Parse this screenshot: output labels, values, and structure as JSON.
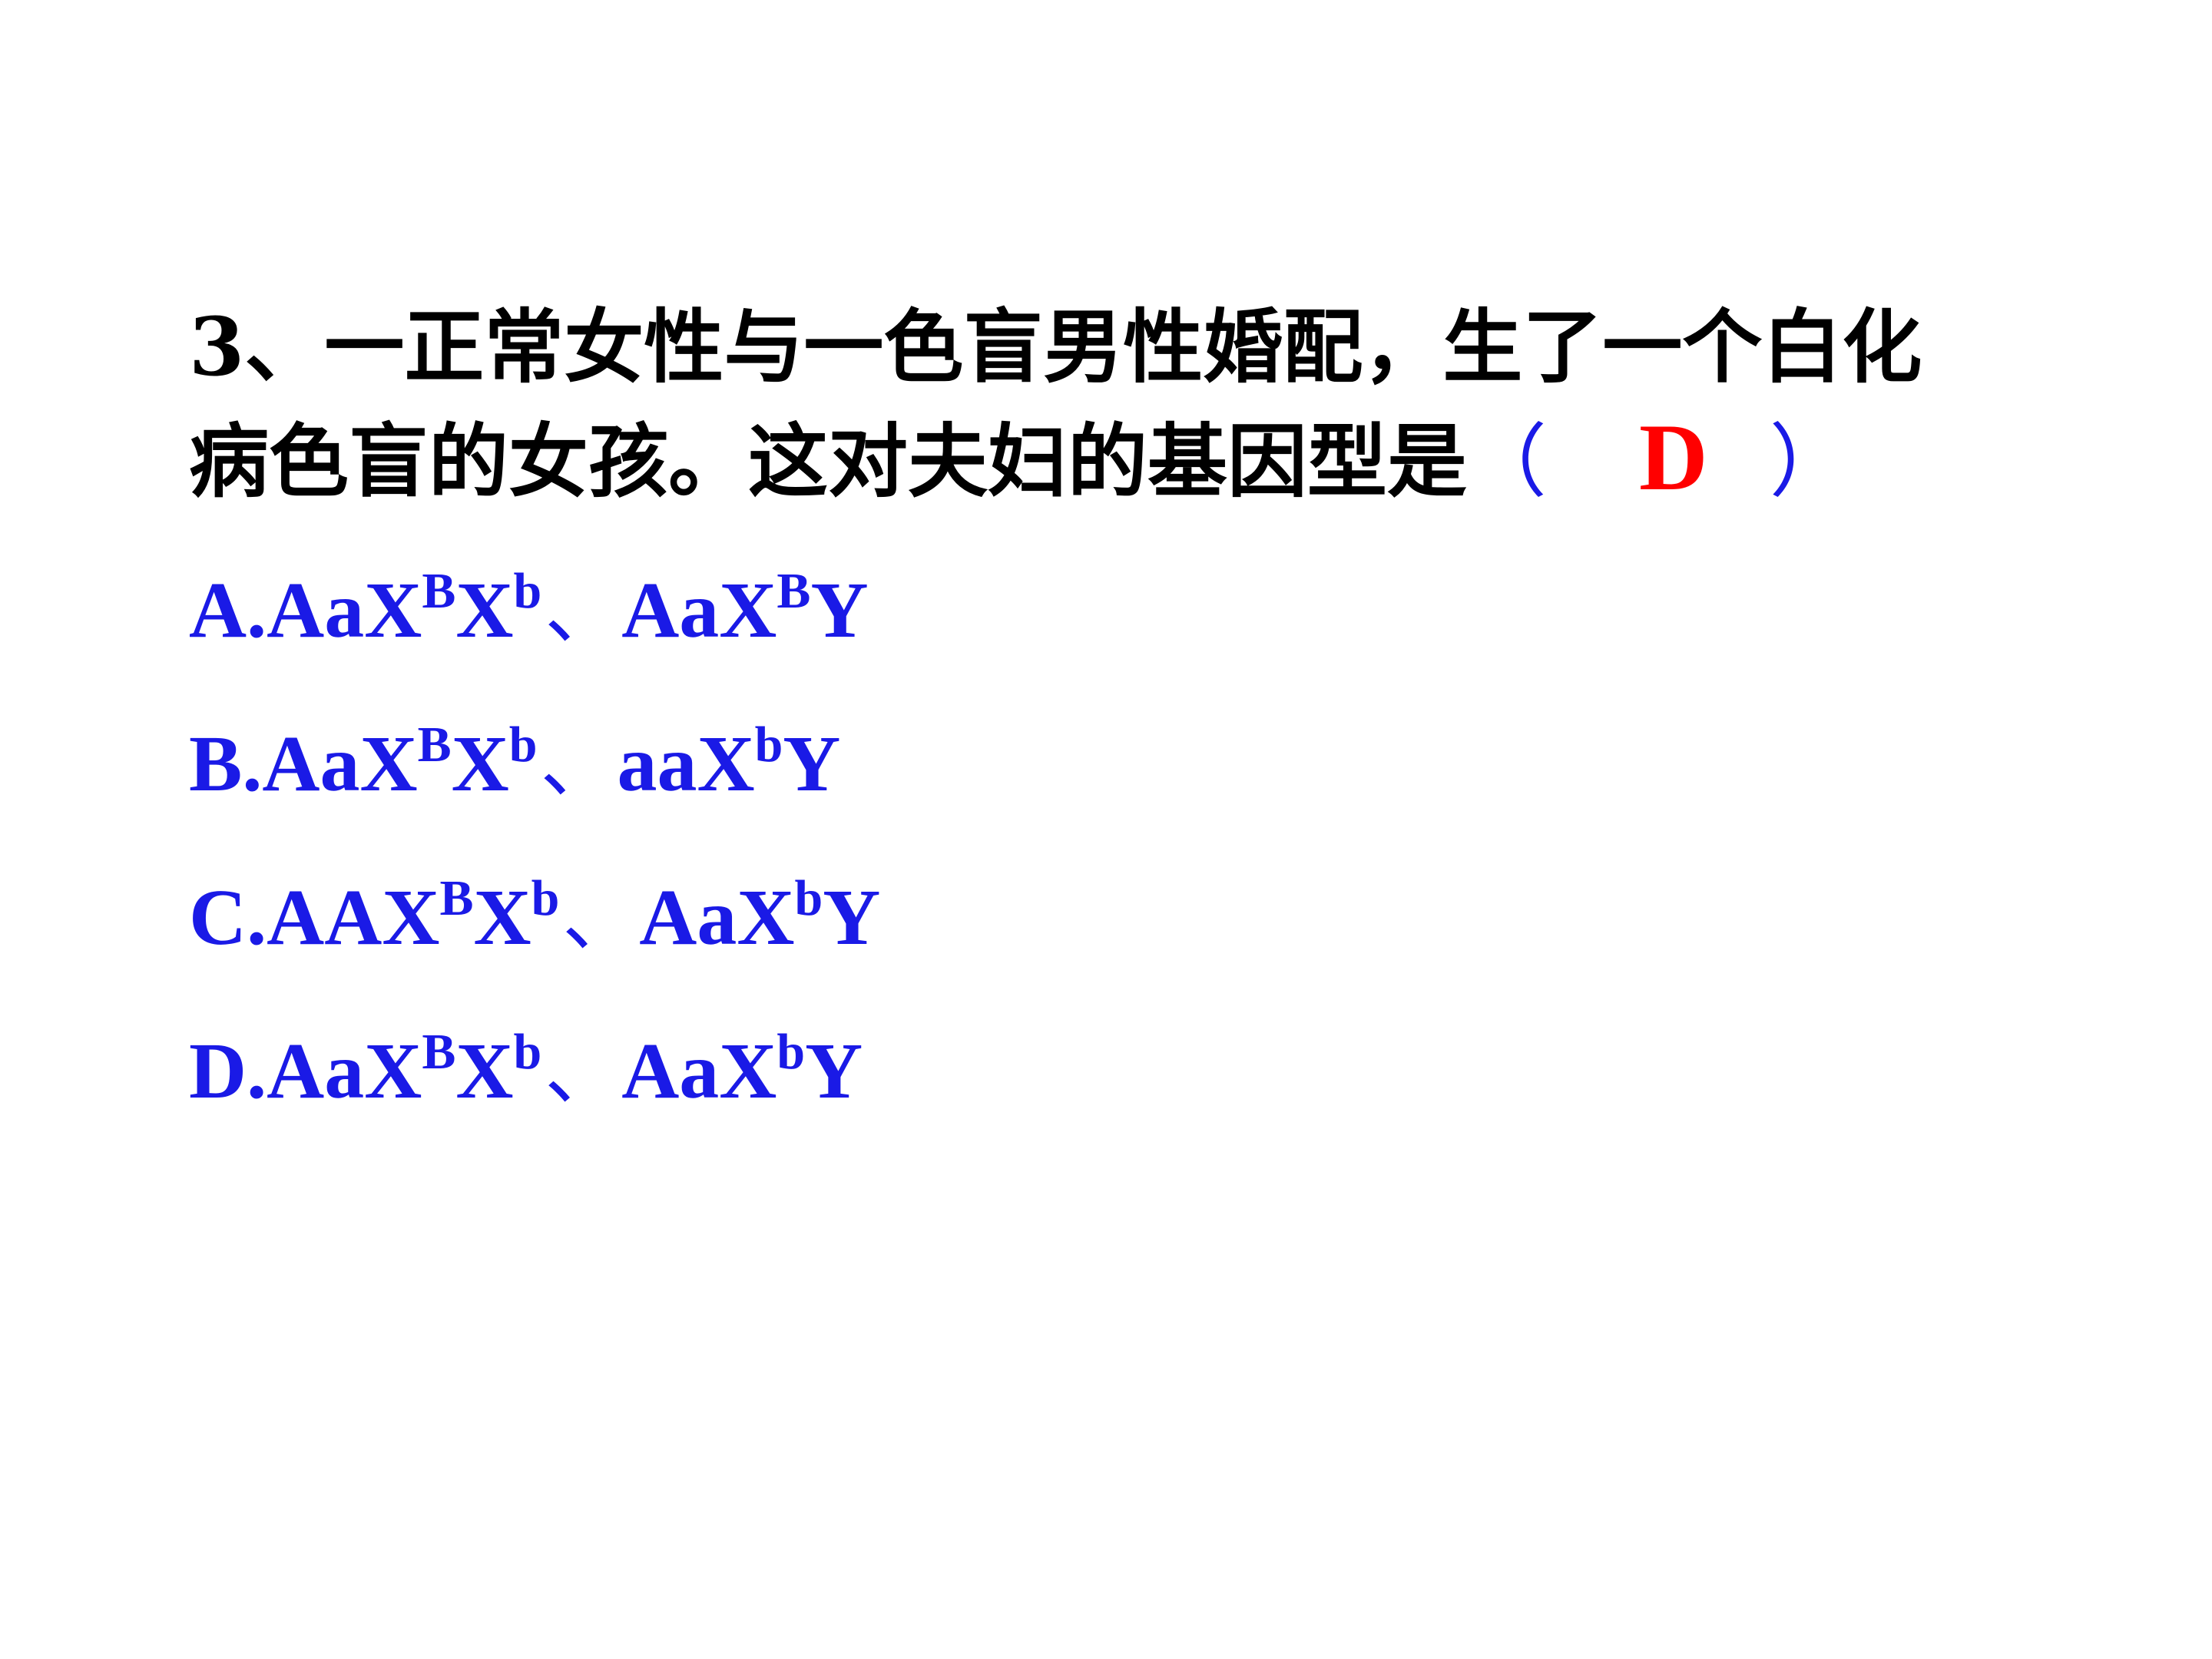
{
  "question": {
    "line1": "3、一正常女性与一色盲男性婚配，生了一个白化",
    "line2": "病色盲的女孩。这对夫妇的基因型是",
    "paren_open": "（",
    "answer": "D",
    "paren_close": "）"
  },
  "options": [
    {
      "label": "A.",
      "mother_prefix": "Aa",
      "mother_x1": "X",
      "mother_sup1": "B",
      "mother_x2": "X",
      "mother_sup2": "b",
      "separator": "、",
      "father_prefix": "Aa",
      "father_x": "X",
      "father_sup": "B",
      "father_y": "Y"
    },
    {
      "label": "B.",
      "mother_prefix": "Aa",
      "mother_x1": "X",
      "mother_sup1": "B",
      "mother_x2": "X",
      "mother_sup2": "b",
      "separator": "、",
      "father_prefix": "aa",
      "father_x": "X",
      "father_sup": "b",
      "father_y": "Y"
    },
    {
      "label": "C.",
      "mother_prefix": "AA",
      "mother_x1": "X",
      "mother_sup1": "B",
      "mother_x2": "X",
      "mother_sup2": "b",
      "separator": "、",
      "father_prefix": "Aa",
      "father_x": "X",
      "father_sup": "b",
      "father_y": "Y"
    },
    {
      "label": "D.",
      "mother_prefix": "Aa",
      "mother_x1": "X",
      "mother_sup1": "B",
      "mother_x2": "X",
      "mother_sup2": "b",
      "separator": "、",
      "father_prefix": "Aa",
      "father_x": "X",
      "father_sup": "b",
      "father_y": "Y"
    }
  ],
  "colors": {
    "question_text": "#000000",
    "option_text": "#1a1ae6",
    "answer": "#ff0000"
  }
}
